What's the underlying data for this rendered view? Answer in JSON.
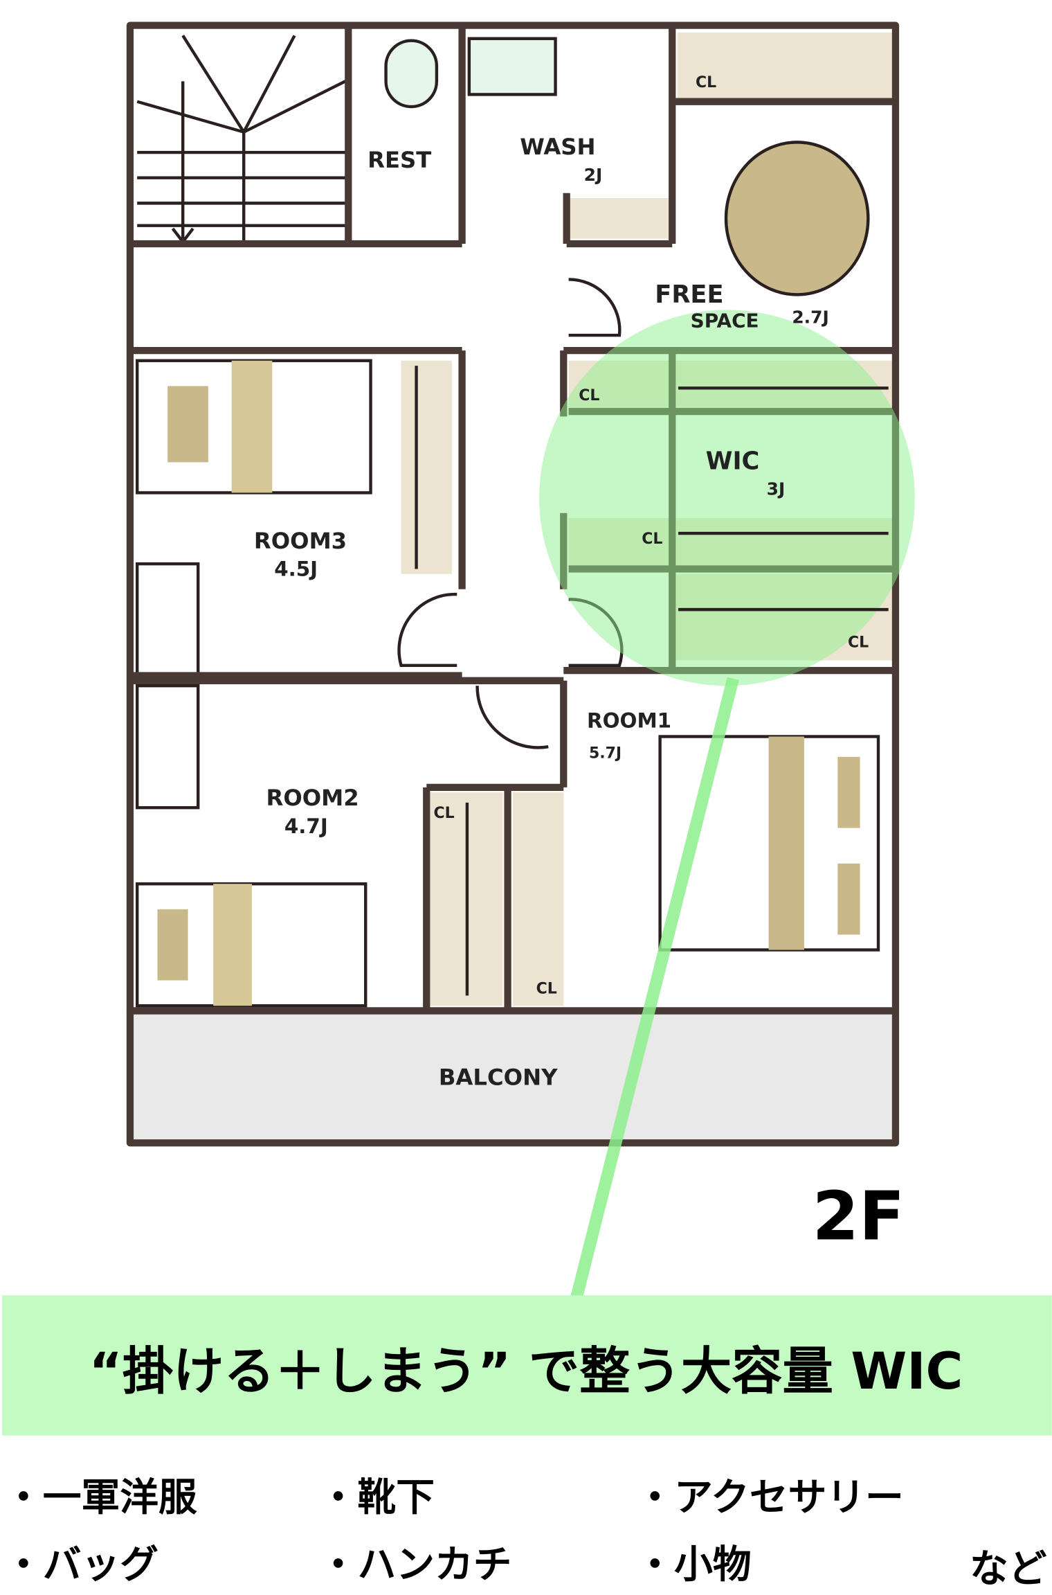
{
  "floor_label": "2F",
  "rooms": {
    "rest": "REST",
    "wash": "WASH",
    "wash_size": "2J",
    "free_space_1": "FREE",
    "free_space_2": "SPACE",
    "free_space_size": "2.7J",
    "wic": "WIC",
    "wic_size": "3J",
    "room3": "ROOM3",
    "room3_size": "4.5J",
    "room2": "ROOM2",
    "room2_size": "4.7J",
    "room1": "ROOM1",
    "room1_size": "5.7J",
    "balcony": "BALCONY",
    "closet": "CL"
  },
  "banner": {
    "title": "“掛ける＋しまう” で整う大容量 WIC",
    "color": "#c3fbc3"
  },
  "items": [
    "・一軍洋服",
    "・靴下",
    "・アクセサリー",
    "・バッグ",
    "・ハンカチ",
    "・小物"
  ],
  "items_suffix": "など",
  "colors": {
    "wall": "#4a3a36",
    "closet": "#ece4d0",
    "furniture": "#c8b88a",
    "highlight": "#8ef08e"
  }
}
